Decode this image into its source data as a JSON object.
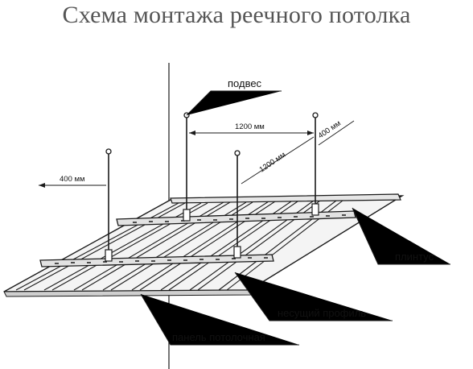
{
  "title": "Схема монтажа реечного потолка",
  "labels": {
    "hanger": "подвес",
    "plinth": "плинтус",
    "profile": "несущий профиль",
    "panel": "панель потолочная"
  },
  "dimensions": {
    "span_1200_top": "1200 мм",
    "span_1200_diag": "1200 мм",
    "span_400_right": "400 мм",
    "span_400_left": "400 мм"
  }
}
